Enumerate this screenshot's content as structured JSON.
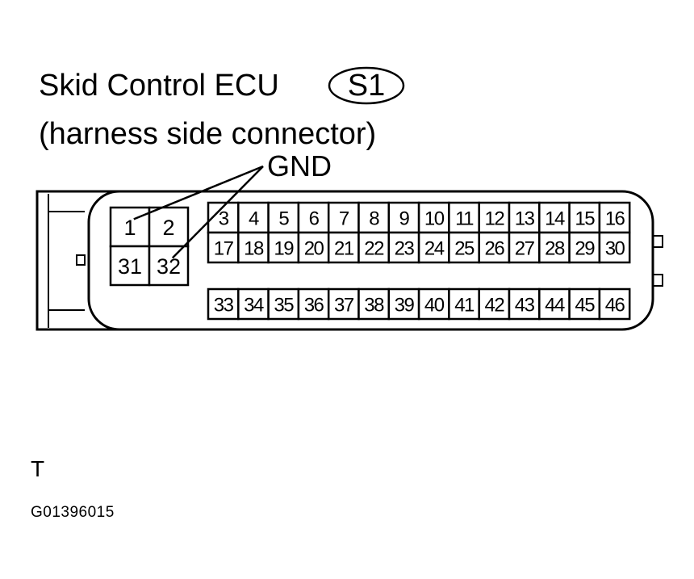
{
  "title": "Skid Control ECU",
  "connector_code": "S1",
  "subtitle": "(harness side connector)",
  "ground_label": "GND",
  "view_label": "T",
  "figure_id": "G01396015",
  "pins": {
    "ground_block": [
      [
        "1",
        "2"
      ],
      [
        "31",
        "32"
      ]
    ],
    "row1": [
      "3",
      "4",
      "5",
      "6",
      "7",
      "8",
      "9",
      "10",
      "11",
      "12",
      "13",
      "14",
      "15",
      "16"
    ],
    "row2": [
      "17",
      "18",
      "19",
      "20",
      "21",
      "22",
      "23",
      "24",
      "25",
      "26",
      "27",
      "28",
      "29",
      "30"
    ],
    "row3": [
      "33",
      "34",
      "35",
      "36",
      "37",
      "38",
      "39",
      "40",
      "41",
      "42",
      "43",
      "44",
      "45",
      "46"
    ]
  },
  "ground_pins": [
    "1",
    "32"
  ]
}
